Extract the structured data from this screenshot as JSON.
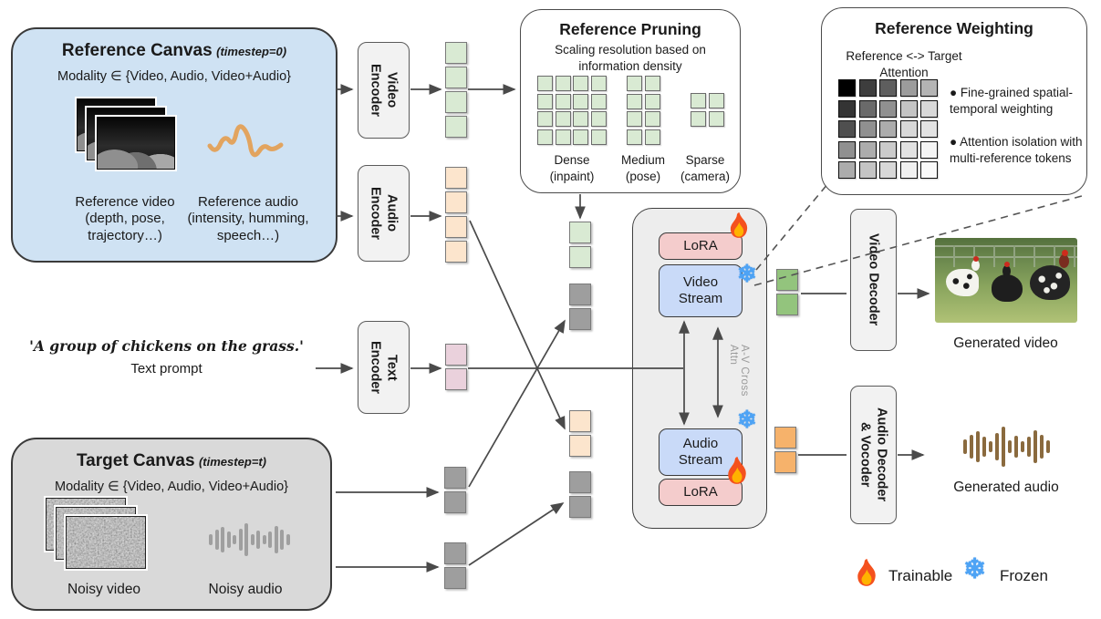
{
  "reference_canvas": {
    "title": "Reference Canvas",
    "timestep": "(timestep=0)",
    "modality": "Modality ∈ {Video, Audio, Video+Audio}",
    "video_caption": "Reference video\n(depth, pose,\ntrajectory…)",
    "audio_caption": "Reference audio\n(intensity, humming,\nspeech…)",
    "background": "#cfe2f3"
  },
  "target_canvas": {
    "title": "Target Canvas",
    "timestep": "(timestep=t)",
    "modality": "Modality ∈ {Video, Audio, Video+Audio}",
    "video_caption": "Noisy video",
    "audio_caption": "Noisy audio",
    "background": "#d9d9d9"
  },
  "prompt": {
    "text": "'A group of chickens on the grass.'",
    "label": "Text prompt"
  },
  "encoders": {
    "video": "Video\nEncoder",
    "audio": "Audio\nEncoder",
    "text": "Text\nEncoder"
  },
  "pruning": {
    "title": "Reference Pruning",
    "subtitle": "Scaling resolution based on\ninformation density",
    "dense_label": "Dense\n(inpaint)",
    "medium_label": "Medium\n(pose)",
    "sparse_label": "Sparse\n(camera)",
    "grids": {
      "dense": {
        "rows": 4,
        "cols": 4,
        "cell": 17,
        "gap": 2.5,
        "color": "#d9ead3",
        "border": "#6b6b6b"
      },
      "medium": {
        "rows": 4,
        "cols": 2,
        "cell": 17,
        "gap": 2.5,
        "color": "#d9ead3",
        "border": "#6b6b6b"
      },
      "sparse": {
        "rows": 2,
        "cols": 2,
        "cell": 17,
        "gap": 2.5,
        "color": "#d9ead3",
        "border": "#6b6b6b"
      }
    }
  },
  "weighting": {
    "title": "Reference Weighting",
    "attention_label": "Reference <-> Target\nAttention",
    "bullet1": "●  Fine-grained spatial-temporal weighting",
    "bullet2": "●  Attention isolation with multi-reference tokens",
    "grid": {
      "cell": 19,
      "gap": 3.5,
      "border": "#0f0f0f",
      "matrix": [
        [
          "#000000",
          "#3d3d3d",
          "#5e5e5e",
          "#9c9c9c",
          "#b4b4b4"
        ],
        [
          "#343434",
          "#6a6a6a",
          "#909090",
          "#c4c4c4",
          "#d8d8d8"
        ],
        [
          "#4f4f4f",
          "#909090",
          "#acacac",
          "#d8d8d8",
          "#e2e2e2"
        ],
        [
          "#909090",
          "#acacac",
          "#cbcbcb",
          "#e2e2e2",
          "#f4f4f4"
        ],
        [
          "#acacac",
          "#c4c4c4",
          "#d8d8d8",
          "#f1f1f1",
          "#fafafa"
        ]
      ]
    }
  },
  "stream": {
    "lora_top": "LoRA",
    "video_stream": "Video\nStream",
    "audio_stream": "Audio\nStream",
    "cross_attn": "A-V Cross Attn",
    "lora_bottom": "LoRA",
    "lora_color": "#f4cccc",
    "stream_color": "#c9daf8"
  },
  "decoders": {
    "video": "Video Decoder",
    "audio": "Audio Decoder\n& Vocoder"
  },
  "outputs": {
    "video_label": "Generated video",
    "audio_label": "Generated audio"
  },
  "legend": {
    "trainable": "Trainable",
    "frozen": "Frozen"
  },
  "icons": {
    "fire": "fire-icon",
    "snowflake": "snowflake-icon",
    "snowflake_glyph": "❄"
  },
  "tokens": {
    "ref_video": {
      "count": 4,
      "color": "#d9ead3"
    },
    "ref_audio": {
      "count": 4,
      "color": "#fce5cd"
    },
    "text": {
      "count": 2,
      "color": "#ead1dc"
    },
    "tgt_video": {
      "count": 2,
      "color": "#9e9e9e"
    },
    "tgt_audio": {
      "count": 2,
      "color": "#9e9e9e"
    },
    "mid_green": {
      "count": 2,
      "color": "#d9ead3"
    },
    "mid_gray_upper": {
      "count": 2,
      "color": "#9e9e9e"
    },
    "mid_peach": {
      "count": 2,
      "color": "#fce5cd"
    },
    "mid_gray_lower": {
      "count": 2,
      "color": "#9e9e9e"
    },
    "out_video": {
      "count": 2,
      "color": "#93c47d"
    },
    "out_audio": {
      "count": 2,
      "color": "#f6b26b"
    }
  },
  "waveforms": {
    "reference_audio": {
      "color": "#e2a45f"
    },
    "noisy_audio": {
      "heights": [
        12,
        22,
        28,
        18,
        10,
        24,
        36,
        12,
        20,
        10,
        18,
        30,
        22,
        12
      ],
      "color": "#9f9f9f",
      "width": 4,
      "gap": 2.5
    },
    "generated_audio": {
      "heights": [
        16,
        26,
        34,
        22,
        12,
        30,
        44,
        14,
        24,
        12,
        22,
        36,
        26,
        14
      ],
      "color": "#8a6a3e",
      "width": 4,
      "gap": 3
    }
  }
}
